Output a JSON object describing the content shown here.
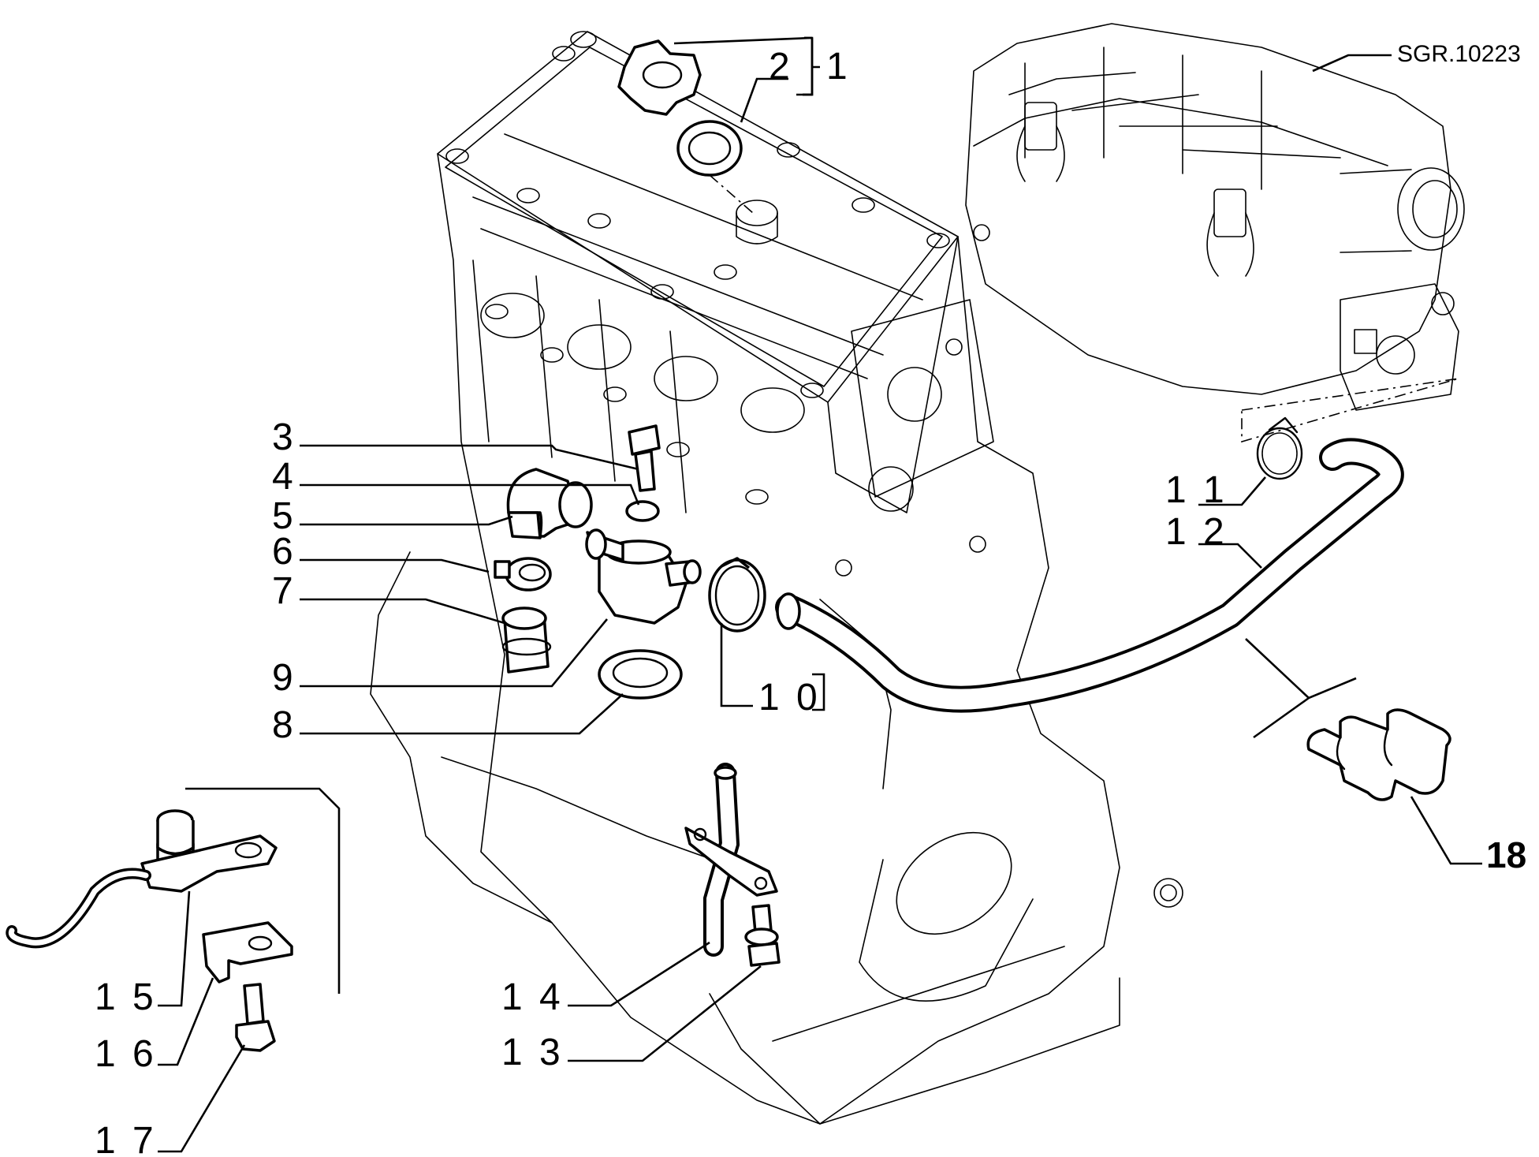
{
  "diagram": {
    "reference_code": "SGR.10223",
    "callouts": [
      {
        "id": "1",
        "text": "1"
      },
      {
        "id": "2",
        "text": "2"
      },
      {
        "id": "3",
        "text": "3"
      },
      {
        "id": "4",
        "text": "4"
      },
      {
        "id": "5",
        "text": "5"
      },
      {
        "id": "6",
        "text": "6"
      },
      {
        "id": "7",
        "text": "7"
      },
      {
        "id": "8",
        "text": "8"
      },
      {
        "id": "9",
        "text": "9"
      },
      {
        "id": "10",
        "text": "1 0"
      },
      {
        "id": "11",
        "text": "1 1"
      },
      {
        "id": "12",
        "text": "1 2"
      },
      {
        "id": "13",
        "text": "1 3"
      },
      {
        "id": "14",
        "text": "1 4"
      },
      {
        "id": "15",
        "text": "1 5"
      },
      {
        "id": "16",
        "text": "1 6"
      },
      {
        "id": "17",
        "text": "1 7"
      },
      {
        "id": "18",
        "text": "18"
      }
    ]
  }
}
